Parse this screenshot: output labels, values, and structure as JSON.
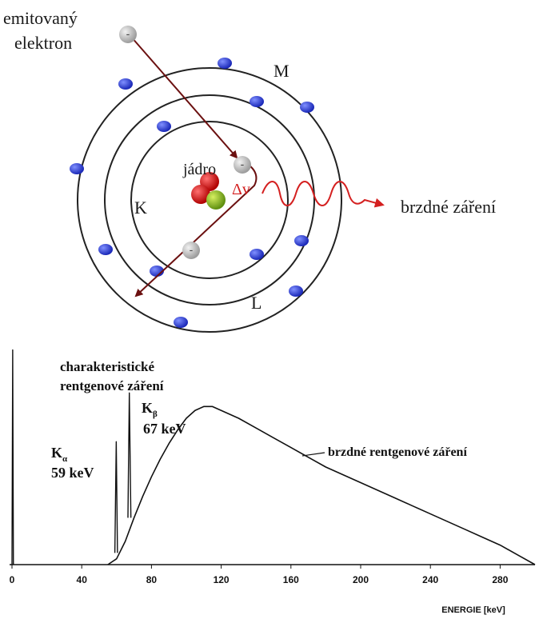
{
  "atom_diagram": {
    "emitted_electron_label_line1": "emitovaný",
    "emitted_electron_label_line2": "elektron",
    "nucleus_label": "jádro",
    "delta_v_label": "Δv",
    "shell_k_label": "K",
    "shell_l_label": "L",
    "shell_m_label": "M",
    "bremsstrahlung_label": "brzdné záření",
    "electron_sign": "-",
    "colors": {
      "orbit": "#222222",
      "orbital_electron": "#2233cc",
      "free_electron": "#b8b8b8",
      "trajectory": "#6b1010",
      "radiation": "#d42020",
      "proton": "#dd1515",
      "neutron": "#8fbf1a"
    }
  },
  "spectrum_chart": {
    "characteristic_label_line1": "charakteristické",
    "characteristic_label_line2": "rentgenové záření",
    "k_alpha_symbol": "K",
    "k_alpha_subscript": "α",
    "k_alpha_energy": "59 keV",
    "k_beta_symbol": "K",
    "k_beta_subscript": "β",
    "k_beta_energy": "67 keV",
    "continuum_label": "brzdné rentgenové záření",
    "xlabel": "ENERGIE [keV]"
  },
  "chart_data": {
    "type": "line",
    "title": "",
    "xlabel": "ENERGIE [keV]",
    "ylabel": "",
    "xlim": [
      0,
      300
    ],
    "ylim": [
      0,
      100
    ],
    "x_ticks": [
      0,
      40,
      80,
      120,
      160,
      200,
      240,
      280
    ],
    "grid": false,
    "series": [
      {
        "name": "brzdné rentgenové záření",
        "x": [
          55,
          60,
          65,
          70,
          75,
          80,
          85,
          90,
          95,
          100,
          105,
          110,
          115,
          120,
          130,
          140,
          150,
          160,
          170,
          180,
          190,
          200,
          210,
          220,
          230,
          240,
          250,
          260,
          270,
          280,
          290,
          300
        ],
        "y": [
          0,
          3,
          12,
          24,
          35,
          45,
          54,
          62,
          69,
          75,
          79,
          81,
          81,
          79,
          75,
          70,
          65,
          60,
          55,
          50,
          46,
          42,
          38,
          34,
          30,
          26,
          22,
          18,
          14,
          10,
          5,
          0
        ]
      },
      {
        "name": "Kα",
        "x": [
          59,
          59.8,
          60.5
        ],
        "y": [
          6,
          63,
          6
        ]
      },
      {
        "name": "Kβ",
        "x": [
          66.5,
          67.3,
          68.2
        ],
        "y": [
          24,
          88,
          24
        ]
      },
      {
        "name": "",
        "x": [
          0,
          0.4,
          0.8
        ],
        "y": [
          0,
          110,
          0
        ]
      }
    ],
    "annotations": [
      "charakteristické rentgenové záření",
      "Kα 59 keV",
      "Kβ 67 keV",
      "brzdné rentgenové záření"
    ]
  }
}
